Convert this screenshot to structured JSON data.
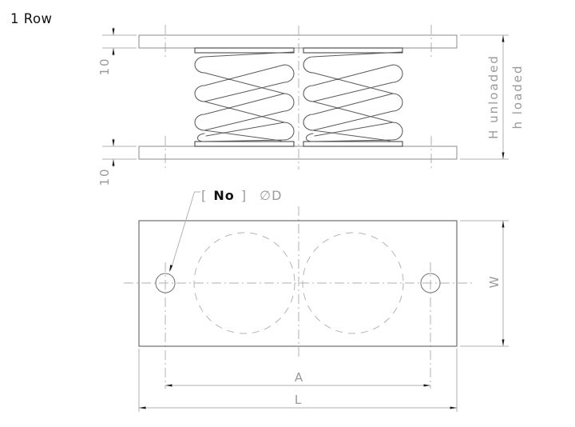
{
  "drawing": {
    "title": "1 Row",
    "type": "spring-mount technical drawing",
    "views": {
      "side_elevation": "two coil springs with seat plates between top and bottom mounting plates",
      "plan": "rectangular base plate with two fixing holes and two hidden spring outlines"
    }
  },
  "dimensions": {
    "plate_thickness_top": "10",
    "plate_thickness_bottom": "10",
    "height_unloaded": "H unloaded",
    "height_loaded": "h loaded",
    "width": "W",
    "hole_spacing": "A",
    "length": "L"
  },
  "hole_label": {
    "bracket_open": "[",
    "count": "No",
    "bracket_close": "]",
    "diameter": "∅D"
  },
  "colors": {
    "object_line": "#5a5a5a",
    "plate_line": "#969696",
    "thin_line": "#b2b2b2",
    "dim_text": "#9a9a9a",
    "main_text": "#111111",
    "background": "#ffffff"
  }
}
